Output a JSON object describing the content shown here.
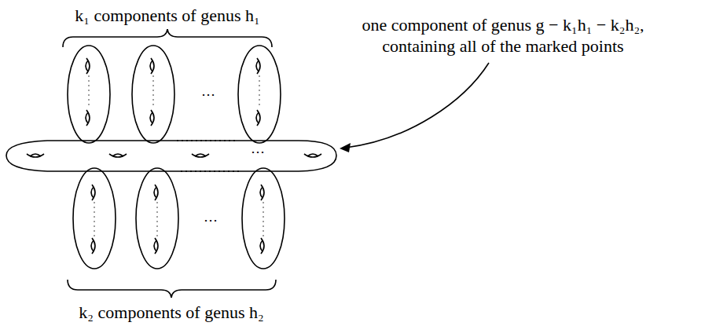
{
  "diagram": {
    "labels": [
      "k₁ components of genus h₁",
      "one component of genus g − k₁h₁ − k₂h₂, containing all of the marked points",
      "k₂ components of genus h₂",
      "⋯",
      "⋯",
      "⋯"
    ]
  }
}
